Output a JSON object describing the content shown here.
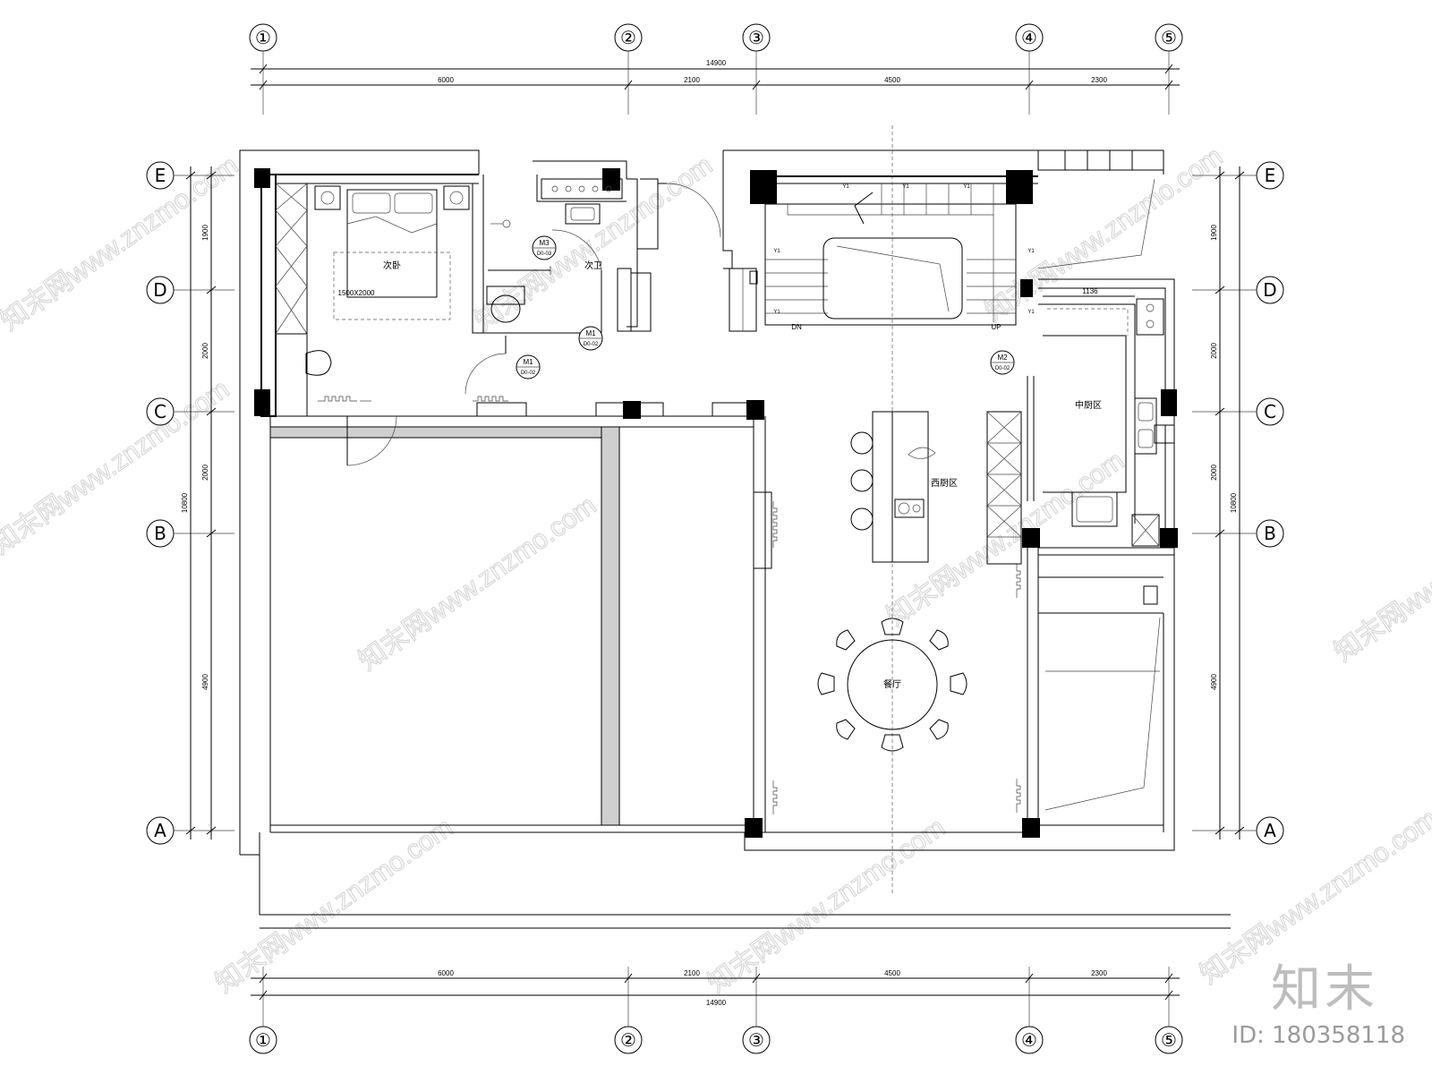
{
  "axes": {
    "columns": [
      "①",
      "②",
      "③",
      "④",
      "⑤"
    ],
    "rows": [
      "E",
      "D",
      "C",
      "B",
      "A"
    ]
  },
  "dimensions": {
    "top_total": "14900",
    "top_segments": [
      "6000",
      "2100",
      "4500",
      "2300"
    ],
    "bottom_total": "14900",
    "bottom_segments": [
      "6000",
      "2100",
      "4500",
      "2300"
    ],
    "left_total": "10800",
    "left_segments": [
      "1900",
      "2000",
      "2000",
      "4900"
    ],
    "right_total": "10800",
    "right_segments": [
      "1900",
      "2000",
      "2000",
      "4900"
    ],
    "kitchen_width": "1136"
  },
  "rooms": {
    "bedroom": "次卧",
    "bed_size": "1500X2000",
    "bathroom": "次卫",
    "western_kitchen": "西厨区",
    "chinese_kitchen": "中厨区",
    "dining": "餐厅"
  },
  "stairs": {
    "down": "DN",
    "up": "UP",
    "marker": "Y1"
  },
  "doors": [
    {
      "code": "M3",
      "ref": "D0-03"
    },
    {
      "code": "M1",
      "ref": "D0-02"
    },
    {
      "code": "M1",
      "ref": "D0-02"
    },
    {
      "code": "M2",
      "ref": "D0-02"
    }
  ],
  "watermark": "知末网www.znzmo.com",
  "brand": "知末",
  "image_id": "ID: 180358118"
}
